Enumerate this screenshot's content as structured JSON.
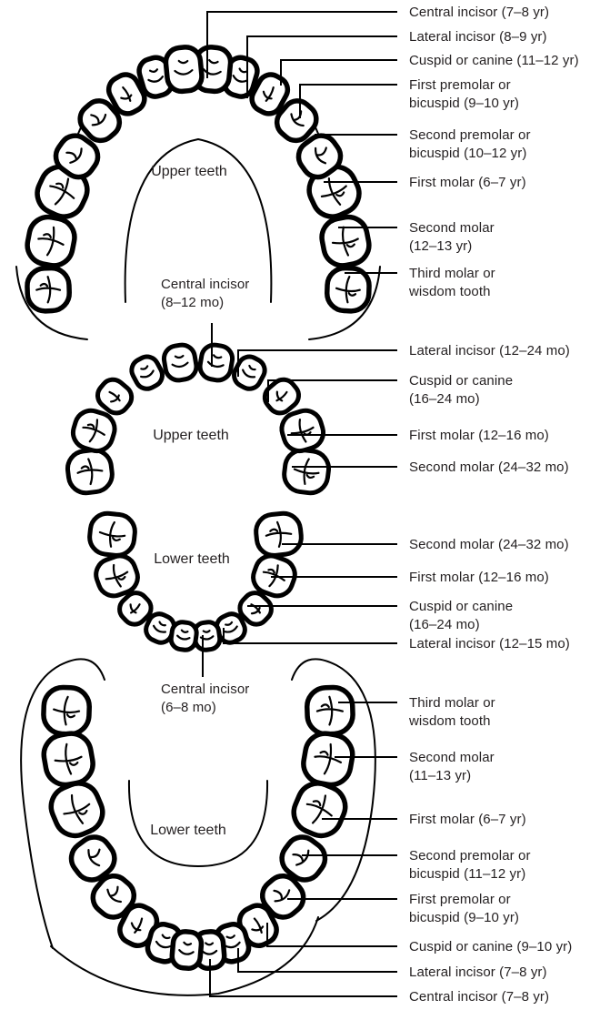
{
  "figure": {
    "arch_titles": {
      "upper_permanent": "Upper teeth",
      "upper_deciduous": "Upper teeth",
      "lower_deciduous": "Lower teeth",
      "lower_permanent": "Lower teeth"
    },
    "labels": {
      "upper_permanent": [
        {
          "tooth": "central-incisor",
          "text": "Central incisor (7–8 yr)"
        },
        {
          "tooth": "lateral-incisor",
          "text": "Lateral incisor (8–9 yr)"
        },
        {
          "tooth": "cuspid",
          "text": "Cuspid or canine (11–12 yr)"
        },
        {
          "tooth": "first-premolar",
          "text": "First premolar or\nbicuspid (9–10 yr)"
        },
        {
          "tooth": "second-premolar",
          "text": "Second premolar or\nbicuspid (10–12 yr)"
        },
        {
          "tooth": "first-molar",
          "text": "First molar (6–7 yr)"
        },
        {
          "tooth": "second-molar",
          "text": "Second molar\n(12–13 yr)"
        },
        {
          "tooth": "third-molar",
          "text": "Third molar or\nwisdom tooth"
        }
      ],
      "upper_deciduous": [
        {
          "tooth": "central-incisor",
          "text": "Central incisor\n(8–12 mo)"
        },
        {
          "tooth": "lateral-incisor",
          "text": "Lateral incisor (12–24 mo)"
        },
        {
          "tooth": "cuspid",
          "text": "Cuspid or canine\n(16–24 mo)"
        },
        {
          "tooth": "first-molar",
          "text": "First molar (12–16 mo)"
        },
        {
          "tooth": "second-molar",
          "text": "Second molar (24–32 mo)"
        }
      ],
      "lower_deciduous": [
        {
          "tooth": "second-molar",
          "text": "Second molar (24–32 mo)"
        },
        {
          "tooth": "first-molar",
          "text": "First molar (12–16 mo)"
        },
        {
          "tooth": "cuspid",
          "text": "Cuspid or canine\n(16–24 mo)"
        },
        {
          "tooth": "lateral-incisor",
          "text": "Lateral incisor (12–15 mo)"
        },
        {
          "tooth": "central-incisor",
          "text": "Central incisor\n(6–8 mo)"
        }
      ],
      "lower_permanent": [
        {
          "tooth": "third-molar",
          "text": "Third molar or\nwisdom tooth"
        },
        {
          "tooth": "second-molar",
          "text": "Second molar\n(11–13 yr)"
        },
        {
          "tooth": "first-molar",
          "text": "First molar (6–7 yr)"
        },
        {
          "tooth": "second-premolar",
          "text": "Second premolar or\nbicuspid (11–12 yr)"
        },
        {
          "tooth": "first-premolar",
          "text": "First premolar or\nbicuspid (9–10 yr)"
        },
        {
          "tooth": "cuspid",
          "text": "Cuspid or canine (9–10 yr)"
        },
        {
          "tooth": "lateral-incisor",
          "text": "Lateral incisor (7–8 yr)"
        },
        {
          "tooth": "central-incisor",
          "text": "Central incisor (7–8 yr)"
        }
      ]
    },
    "colors": {
      "line": "#000000",
      "text": "#231f20",
      "tooth_fill": "#ffffff"
    }
  }
}
